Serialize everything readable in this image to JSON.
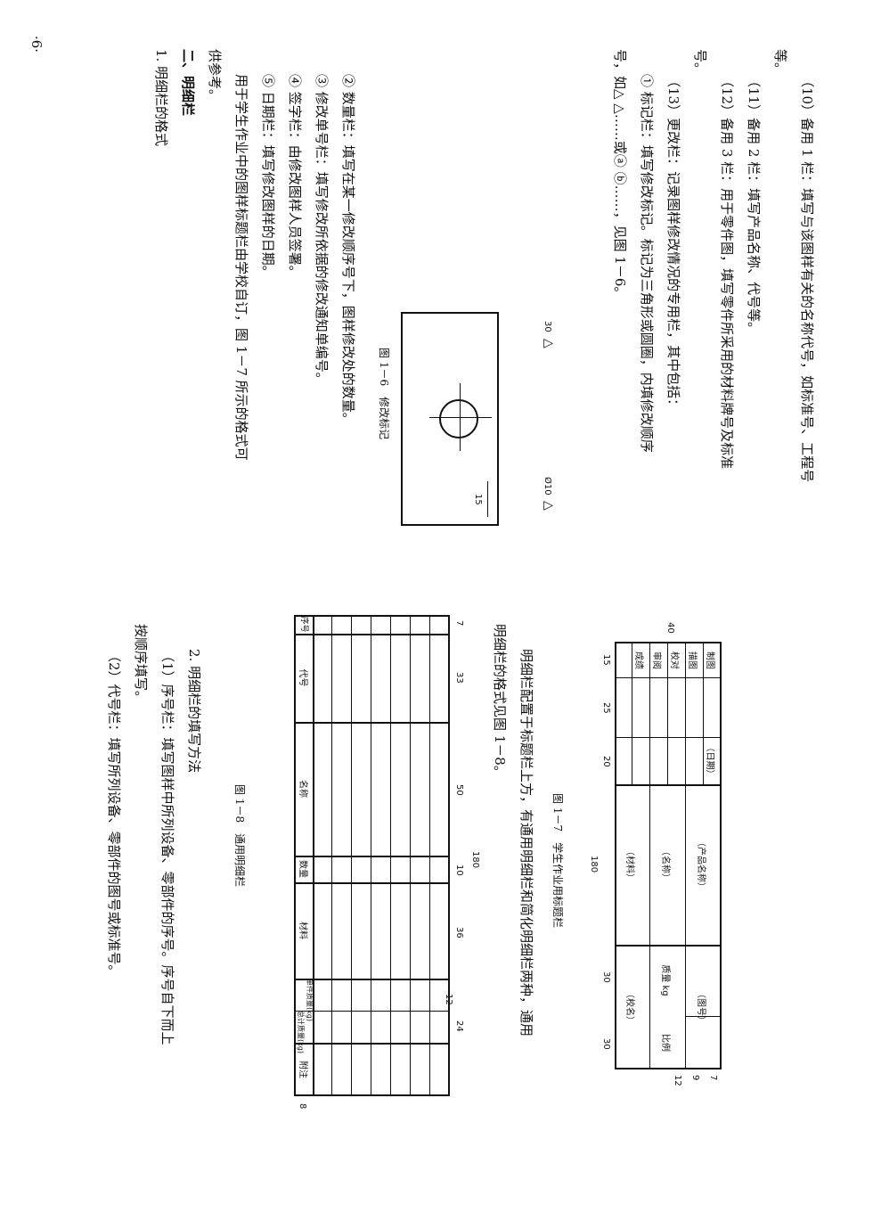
{
  "page_number": "·6·",
  "left_column": {
    "lines": [
      "（10）备用 1 栏：填写与该图样有关的名称代号，如标准号、工程号",
      "等。",
      "（11）备用 2 栏：填写产品名称、代号等。",
      "（12）备用 3 栏：用于零件图，填写零件所采用的材料牌号及标准",
      "号。",
      "（13）更改栏：记录图样修改情况的专用栏，其中包括：",
      "① 标记栏：填写修改标记。标记为三角形或圆圈，内填修改顺序",
      "号，如△ △……或ⓐ ⓑ……，见图 1－6。"
    ],
    "lines_after_figure": [
      "② 数量栏：填写在某一修改顺序号下，图样修改处的数量。",
      "③ 修改单号栏：填写修改所依据的修改通知单编号。",
      "④ 签字栏：由修改图样人员签署。",
      "⑤ 日期栏：填写修改图样的日期。",
      "用于学生作业中的图样标题栏由学校自订，图 1－7 所示的格式可",
      "供参考。"
    ],
    "section_heading": "二、明细栏",
    "sub_heading": "1. 明细栏的格式"
  },
  "figure_1_6": {
    "caption": "图 1－6　修改标记",
    "dim_width": "15",
    "label_roughness": "30",
    "label_diameter": "Ø10",
    "mark_symbol": "△"
  },
  "figure_1_7": {
    "caption": "图 1－7　学生作业用标题栏",
    "row_labels": [
      "制图",
      "描图",
      "校对",
      "审阅",
      "成绩"
    ],
    "cells": {
      "date": "（日期）",
      "product_name": "（产品名称）",
      "drawing_no": "（图号）",
      "name": "（名称）",
      "mass": "质量 kg",
      "scale": "比例",
      "material": "（材料）",
      "school": "（校名）"
    },
    "dims": {
      "total_width": "180",
      "col1": "15",
      "col2": "25",
      "col3": "20",
      "col4": "30",
      "col5": "30",
      "height": "40",
      "row1": "7",
      "row2": "9",
      "row3": "12"
    }
  },
  "middle_text": {
    "lines": [
      "明细栏配置于标题栏上方，有通用明细栏和简化明细栏两种，通用",
      "明细栏的格式见图 1－8。"
    ]
  },
  "figure_1_8": {
    "caption": "图 1－8　通用明细栏",
    "headers": [
      "序号",
      "代号",
      "名称",
      "数量",
      "材料",
      "单件质量(kg)",
      "总计质量(kg)",
      "附注"
    ],
    "dims": {
      "total_width": "180",
      "c1": "7",
      "c2": "33",
      "c3": "50",
      "c4": "10",
      "c5": "36",
      "c6": "24",
      "c6b": "12",
      "row": "8"
    }
  },
  "right_column": {
    "heading": "2. 明细栏的填写方法",
    "lines": [
      "（1）序号栏：填写图样中所列设备、零部件的序号。序号自下而上",
      "按顺序填写。",
      "（2）代号栏：填写所列设备、零部件的图号或标准号。"
    ]
  }
}
